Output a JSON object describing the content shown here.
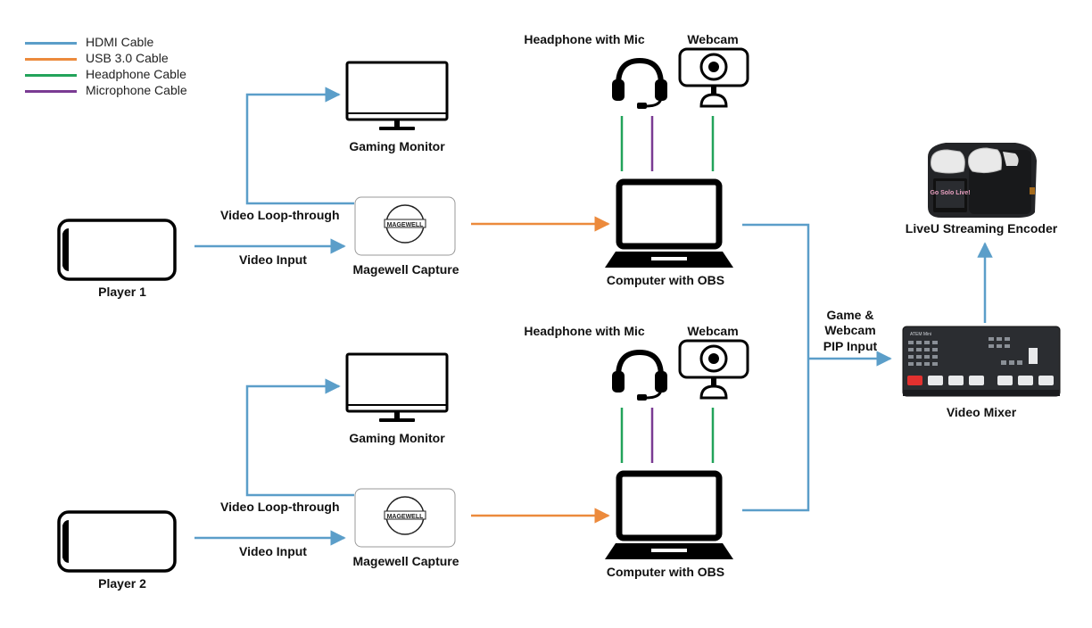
{
  "colors": {
    "hdmi": "#5b9ec9",
    "usb": "#ec8a3c",
    "headphone": "#22a35a",
    "microphone": "#7a3b93"
  },
  "legend": [
    {
      "label": "HDMI Cable",
      "color": "#5b9ec9"
    },
    {
      "label": "USB 3.0 Cable",
      "color": "#ec8a3c"
    },
    {
      "label": "Headphone Cable",
      "color": "#22a35a"
    },
    {
      "label": "Microphone Cable",
      "color": "#7a3b93"
    }
  ],
  "rows": [
    {
      "player": "Player 1",
      "monitor": "Gaming Monitor",
      "loop_label": "Video Loop-through",
      "input_label": "Video Input",
      "capture": "Magewell Capture",
      "capture_logo": "MAGEWELL",
      "computer": "Computer with OBS",
      "headset": "Headphone with Mic",
      "webcam": "Webcam"
    },
    {
      "player": "Player 2",
      "monitor": "Gaming Monitor",
      "loop_label": "Video Loop-through",
      "input_label": "Video Input",
      "capture": "Magewell Capture",
      "capture_logo": "MAGEWELL",
      "computer": "Computer with OBS",
      "headset": "Headphone with Mic",
      "webcam": "Webcam"
    }
  ],
  "mixer_input_label": [
    "Game &",
    "Webcam",
    "PIP Input"
  ],
  "mixer": {
    "label": "Video Mixer",
    "model": "ATEM Mini"
  },
  "encoder": {
    "label": "LiveU Streaming Encoder",
    "screen_text": "Go Solo Live!"
  }
}
